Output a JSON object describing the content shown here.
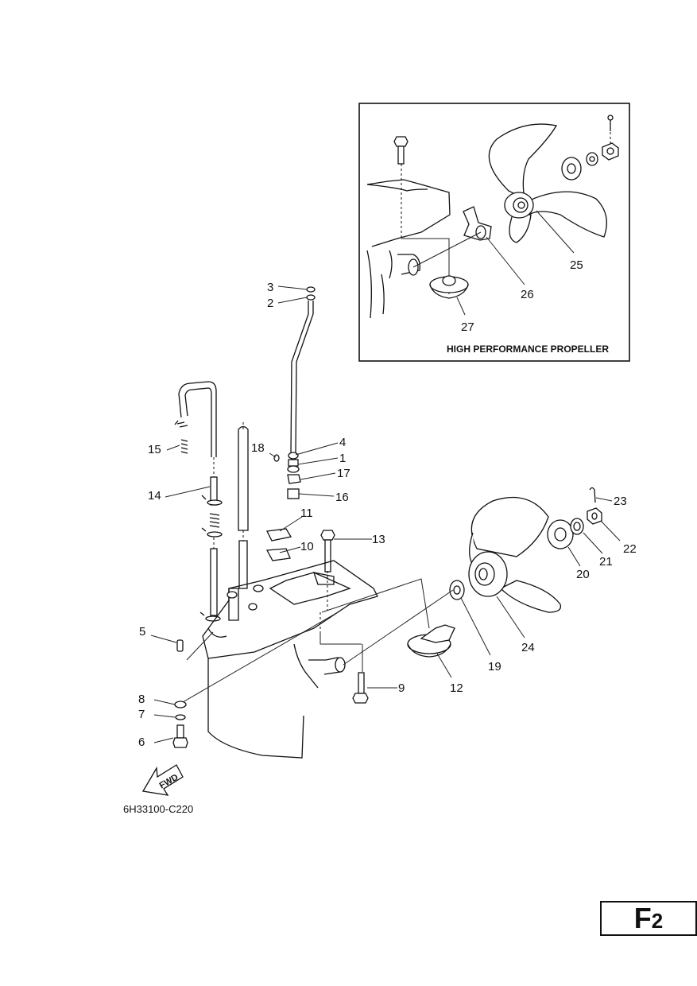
{
  "inset": {
    "title": "HIGH PERFORMANCE PROPELLER"
  },
  "diagram_code": "6H33100-C220",
  "fwd_label": "FWD",
  "page_label": {
    "letter": "F",
    "number": "2"
  },
  "callouts": [
    {
      "id": "c1",
      "text": "1"
    },
    {
      "id": "c2",
      "text": "2"
    },
    {
      "id": "c3",
      "text": "3"
    },
    {
      "id": "c4",
      "text": "4"
    },
    {
      "id": "c5",
      "text": "5"
    },
    {
      "id": "c6",
      "text": "6"
    },
    {
      "id": "c7",
      "text": "7"
    },
    {
      "id": "c8",
      "text": "8"
    },
    {
      "id": "c9",
      "text": "9"
    },
    {
      "id": "c10",
      "text": "10"
    },
    {
      "id": "c11",
      "text": "11"
    },
    {
      "id": "c12",
      "text": "12"
    },
    {
      "id": "c13",
      "text": "13"
    },
    {
      "id": "c14",
      "text": "14"
    },
    {
      "id": "c15",
      "text": "15"
    },
    {
      "id": "c16",
      "text": "16"
    },
    {
      "id": "c17",
      "text": "17"
    },
    {
      "id": "c18",
      "text": "18"
    },
    {
      "id": "c19",
      "text": "19"
    },
    {
      "id": "c20",
      "text": "20"
    },
    {
      "id": "c21",
      "text": "21"
    },
    {
      "id": "c22",
      "text": "22"
    },
    {
      "id": "c23",
      "text": "23"
    },
    {
      "id": "c24",
      "text": "24"
    },
    {
      "id": "c25",
      "text": "25"
    },
    {
      "id": "c26",
      "text": "26"
    },
    {
      "id": "c27",
      "text": "27"
    }
  ]
}
